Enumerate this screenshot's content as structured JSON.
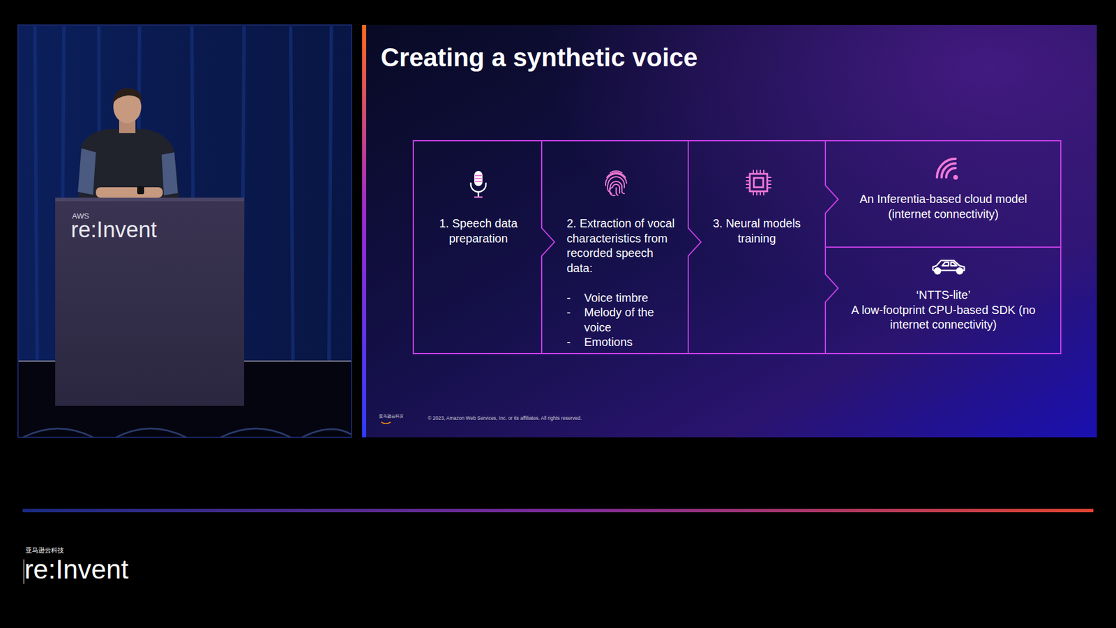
{
  "diagram": {
    "title": "Creating a synthetic voice",
    "nodes": [
      {
        "text": [
          "1. Speech data preparation"
        ]
      },
      {
        "text": [
          "2. Extraction of vocal characteristics from recorded speech data:",
          "Voice timbre",
          "Melody of the voice",
          "Emotions"
        ]
      },
      {
        "text": [
          "3. Neural models training"
        ]
      },
      {
        "text": [
          "An Inferentia-based cloud model (internet connectivity)"
        ]
      },
      {
        "text": [
          "‘NTTS-lite’",
          "A low-footprint CPU-based SDK (no internet connectivity)"
        ]
      }
    ],
    "edges": [
      {
        "from": 0,
        "to": 1,
        "arrow": "to"
      },
      {
        "from": 1,
        "to": 2,
        "arrow": "to"
      },
      {
        "from": 2,
        "to": 3,
        "arrow": "to"
      },
      {
        "from": 2,
        "to": 4,
        "arrow": "to"
      }
    ],
    "labels": [
      "-",
      "-",
      "-",
      "AWS",
      "re:Invent",
      "亚马逊云科技",
      "© 2023, Amazon Web Services, Inc. or its affiliates. All rights reserved.",
      "亚马逊云科技",
      "re:Invent"
    ]
  }
}
